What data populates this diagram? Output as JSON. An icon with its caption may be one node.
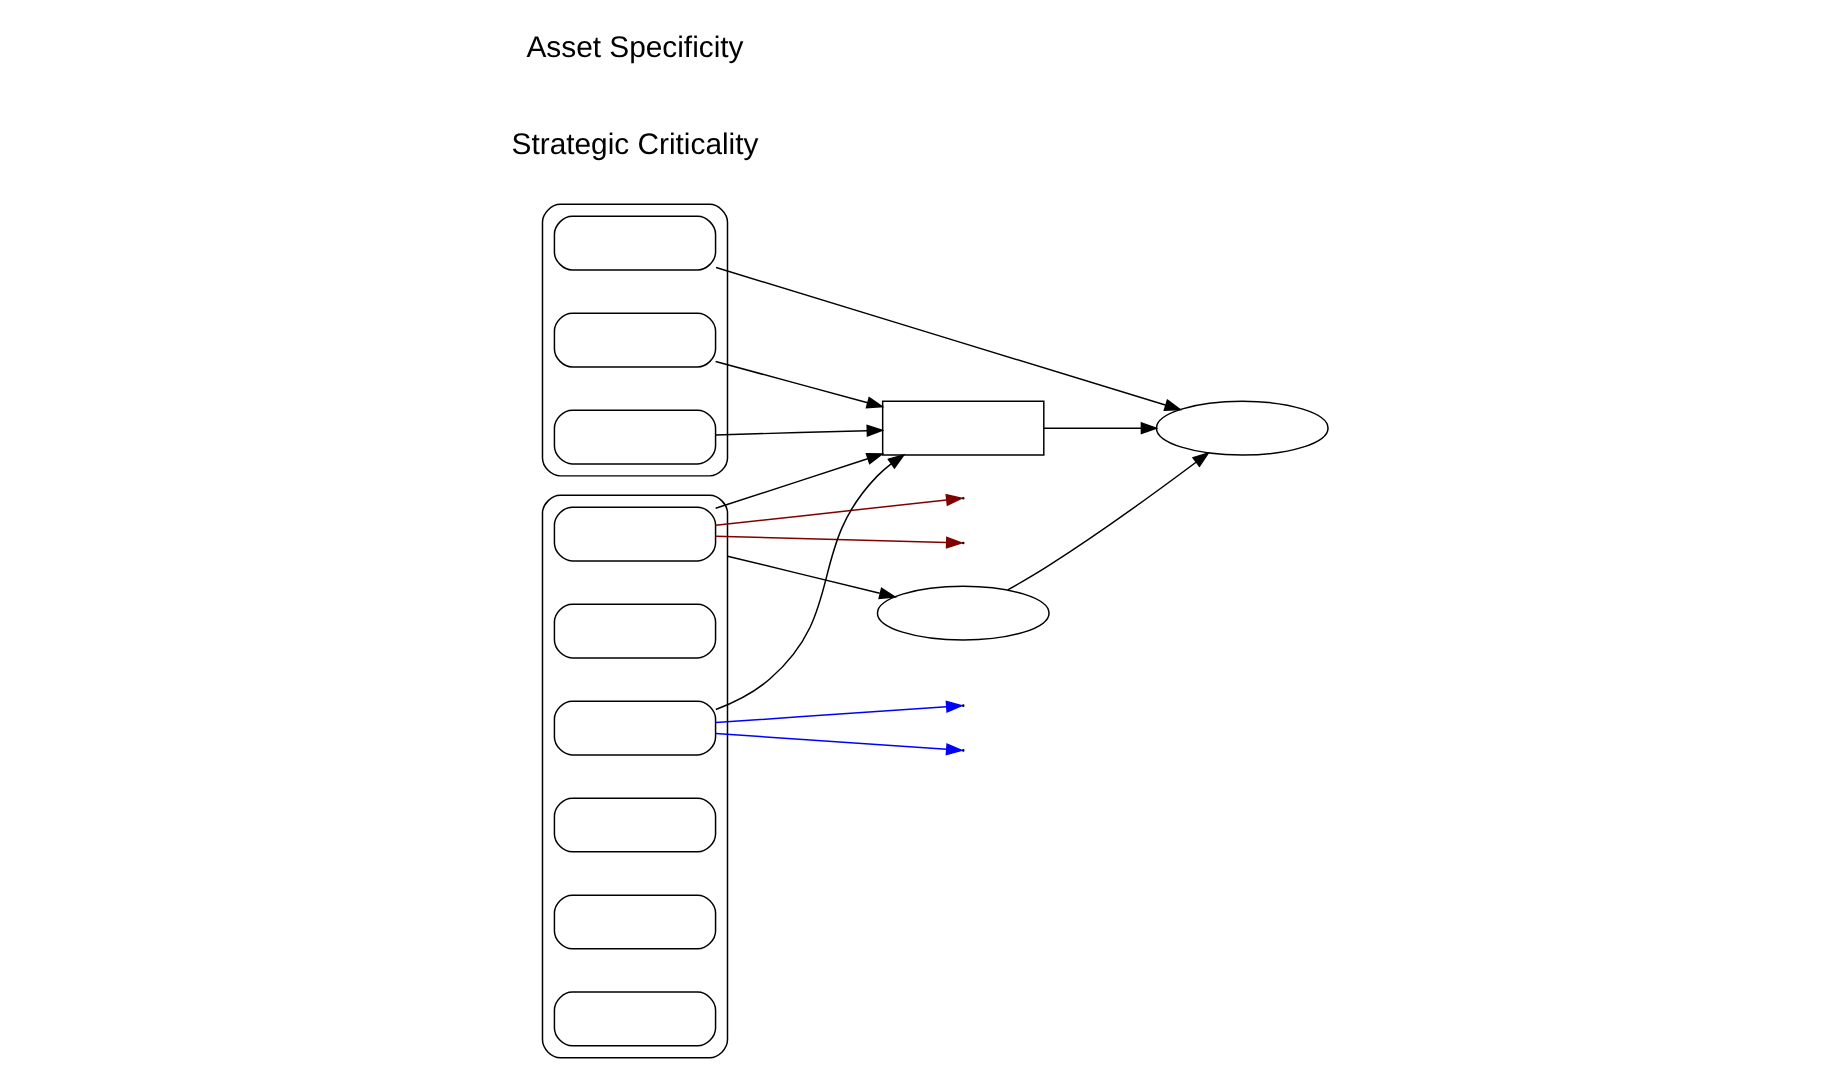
{
  "diagram": {
    "nodes": [
      {
        "text": [],
        "shape": "ellipse"
      },
      {
        "text": [],
        "shape": "box",
        "in": 0
      },
      {
        "text": [],
        "shape": "box",
        "in": 0
      },
      {
        "text": [],
        "shape": "box",
        "in": 0
      },
      {
        "text": [],
        "shape": "box"
      },
      {
        "text": [],
        "shape": "ellipse"
      },
      {
        "text": [],
        "shape": "ellipse"
      },
      {
        "text": [],
        "shape": "box",
        "in": 6
      },
      {
        "text": [],
        "shape": "box",
        "in": 6
      },
      {
        "text": [],
        "shape": "box",
        "in": 6
      },
      {
        "text": [],
        "shape": "box",
        "in": 6
      },
      {
        "text": [],
        "shape": "box",
        "in": 6
      },
      {
        "text": [],
        "shape": "box",
        "in": 6
      },
      {
        "text": [],
        "shape": "ellipse"
      }
    ],
    "edges": [
      {
        "from": 1,
        "to": 5,
        "arrow": "to"
      },
      {
        "from": 2,
        "to": 4,
        "arrow": "to"
      },
      {
        "from": 3,
        "to": 4,
        "arrow": "to"
      },
      {
        "from": 4,
        "to": 5,
        "arrow": "to"
      },
      {
        "from": 13,
        "to": 5,
        "arrow": "to"
      },
      {
        "from": 6,
        "to": 13,
        "arrow": "to"
      },
      {
        "from": 9,
        "to": 4,
        "arrow": "to"
      },
      {
        "from": 9,
        "to": null,
        "arrow": "to",
        "color": "#0000ff"
      },
      {
        "from": 9,
        "to": null,
        "arrow": "to",
        "color": "#0000ff"
      },
      {
        "from": 7,
        "to": null,
        "arrow": "to",
        "color": "#800000"
      },
      {
        "from": 7,
        "to": null,
        "arrow": "to",
        "color": "#800000"
      },
      {
        "from": 7,
        "to": 4,
        "arrow": "to"
      }
    ],
    "labels": [
      "Strategic Criticality",
      "Asset Specificity"
    ]
  }
}
